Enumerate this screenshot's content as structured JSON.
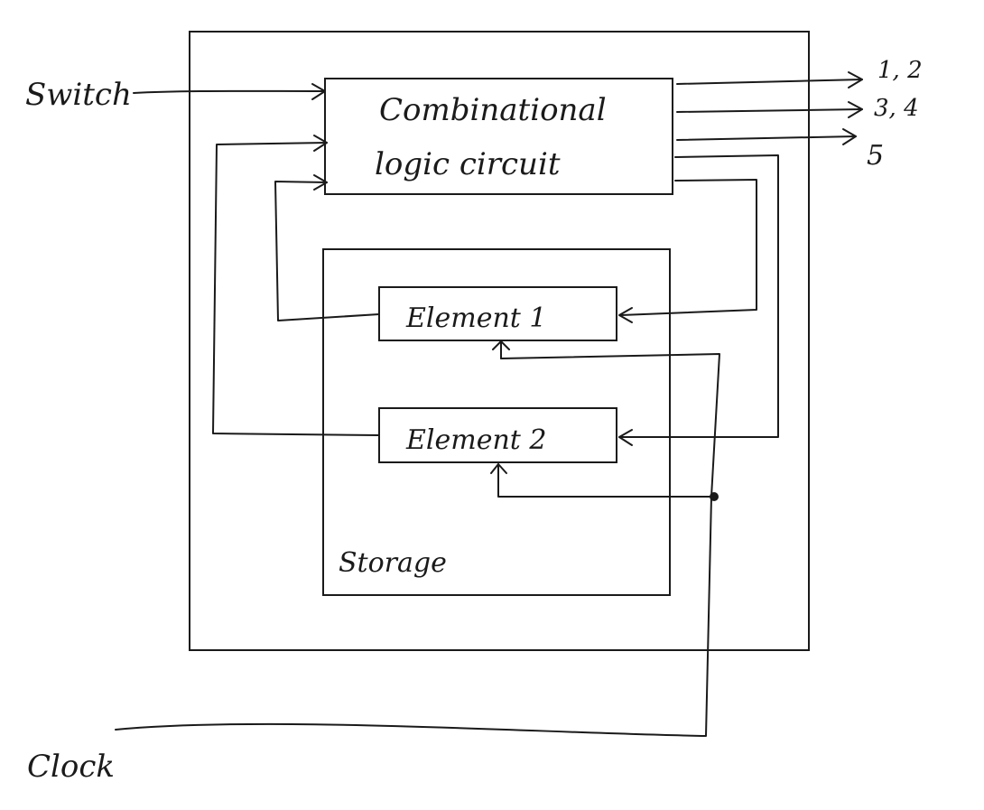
{
  "diagram": {
    "combinational": {
      "line1": "Combinational",
      "line2": "logic circuit"
    },
    "storage": {
      "label": "Storage",
      "element1": "Element 1",
      "element2": "Element 2"
    },
    "inputs": {
      "switch": "Switch",
      "clock": "Clock"
    },
    "outputs": [
      "1, 2",
      "3, 4",
      "5"
    ]
  }
}
